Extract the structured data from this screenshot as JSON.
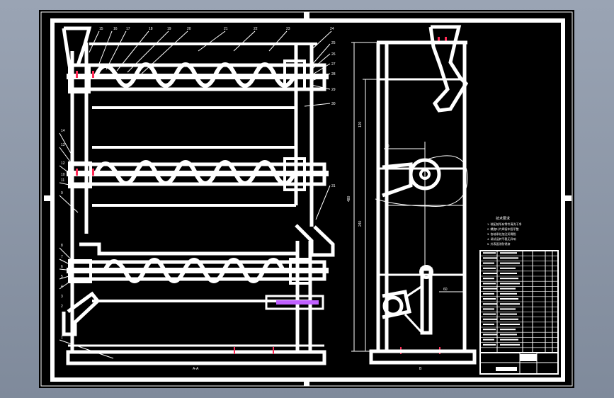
{
  "drawing": {
    "background_color": "#000000",
    "line_color": "#ffffff",
    "accent_color": "#ff2a55",
    "highlight_color": "#c060ff",
    "left_view": {
      "top_callouts": [
        "15",
        "16",
        "17",
        "18",
        "19",
        "20",
        "21",
        "22",
        "23",
        "24"
      ],
      "right_callouts": [
        "25",
        "26",
        "27",
        "28",
        "29",
        "30",
        "31"
      ],
      "left_callouts": [
        "14",
        "13",
        "12",
        "11",
        "10",
        "9",
        "8",
        "7",
        "6",
        "5",
        "4",
        "3",
        "2",
        "1"
      ],
      "bottom_label": "A-A"
    },
    "right_view": {
      "bottom_label": "B",
      "dimensions": [
        "40",
        "480",
        "120",
        "60",
        "240"
      ]
    },
    "notes": {
      "title": "技术要求",
      "lines": [
        "1. 装配前所有零件清洗干净",
        "2. 螺旋叶片焊接牢固平整",
        "3. 各轴承处加注润滑脂",
        "4. 调试运转平稳无异响",
        "5. 外表面涂防锈漆"
      ]
    }
  }
}
